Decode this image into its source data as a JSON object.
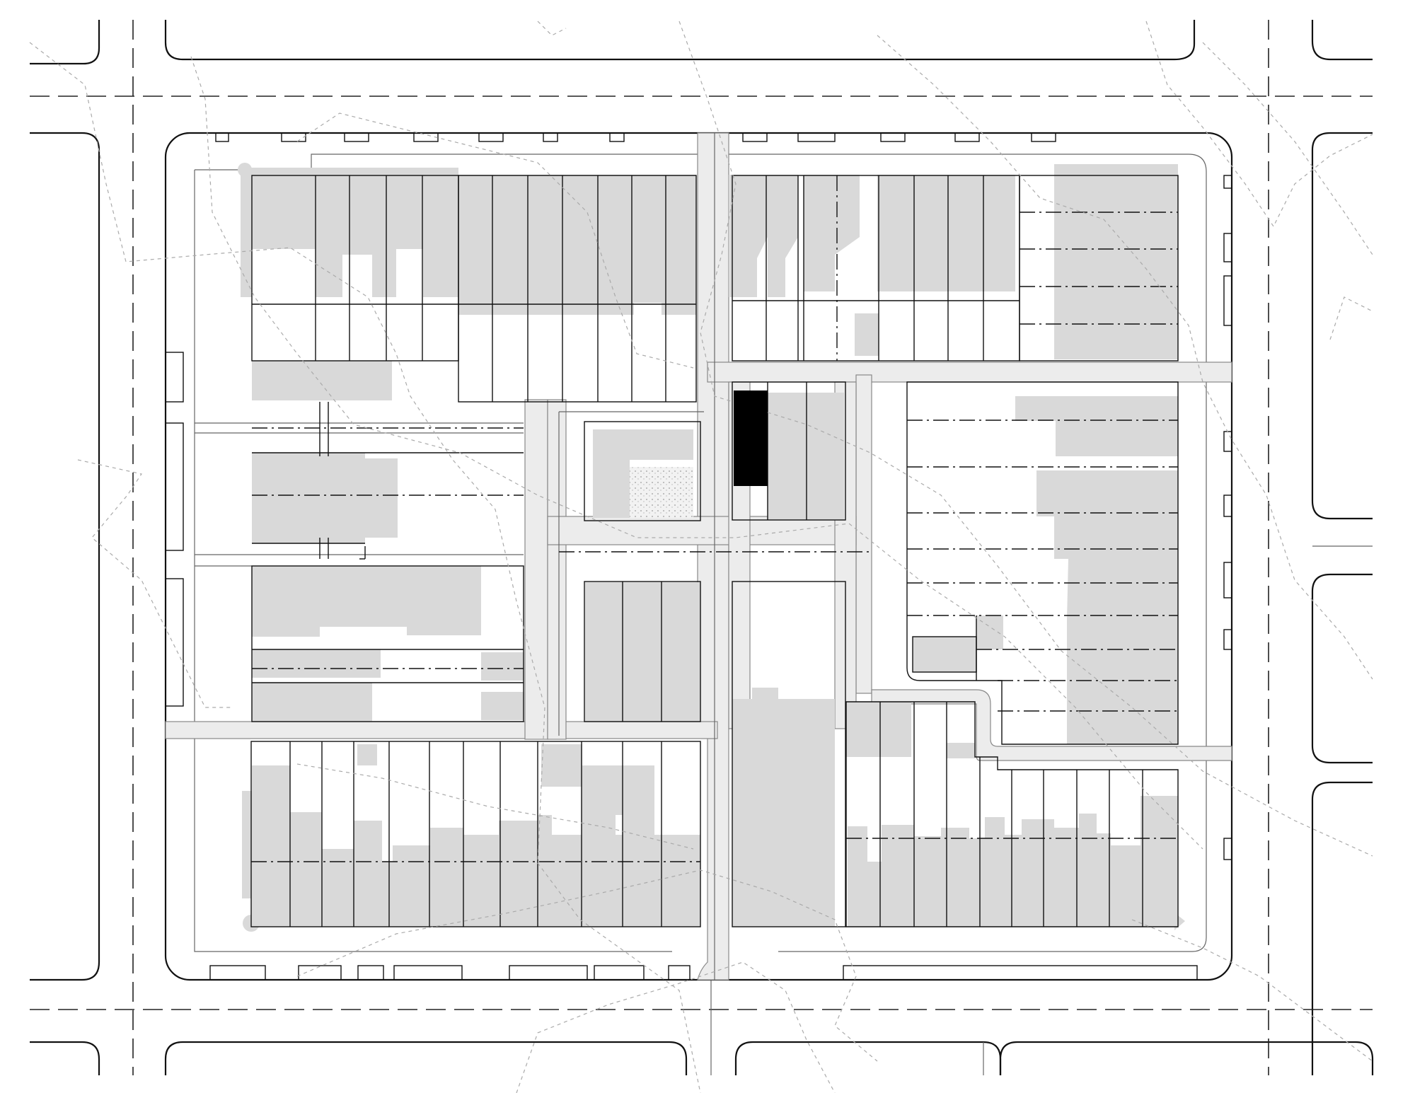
{
  "map": {
    "kind": "site-plan",
    "colors": {
      "background": "#ffffff",
      "line": "#111111",
      "building": "#d9d9d9",
      "path": "#ececec",
      "highlight": "#000000",
      "contour": "#aaaaaa"
    },
    "layers": [
      "street-grid",
      "central-block",
      "lot-lines",
      "buildings",
      "footpaths",
      "contours",
      "highlighted-building"
    ]
  }
}
